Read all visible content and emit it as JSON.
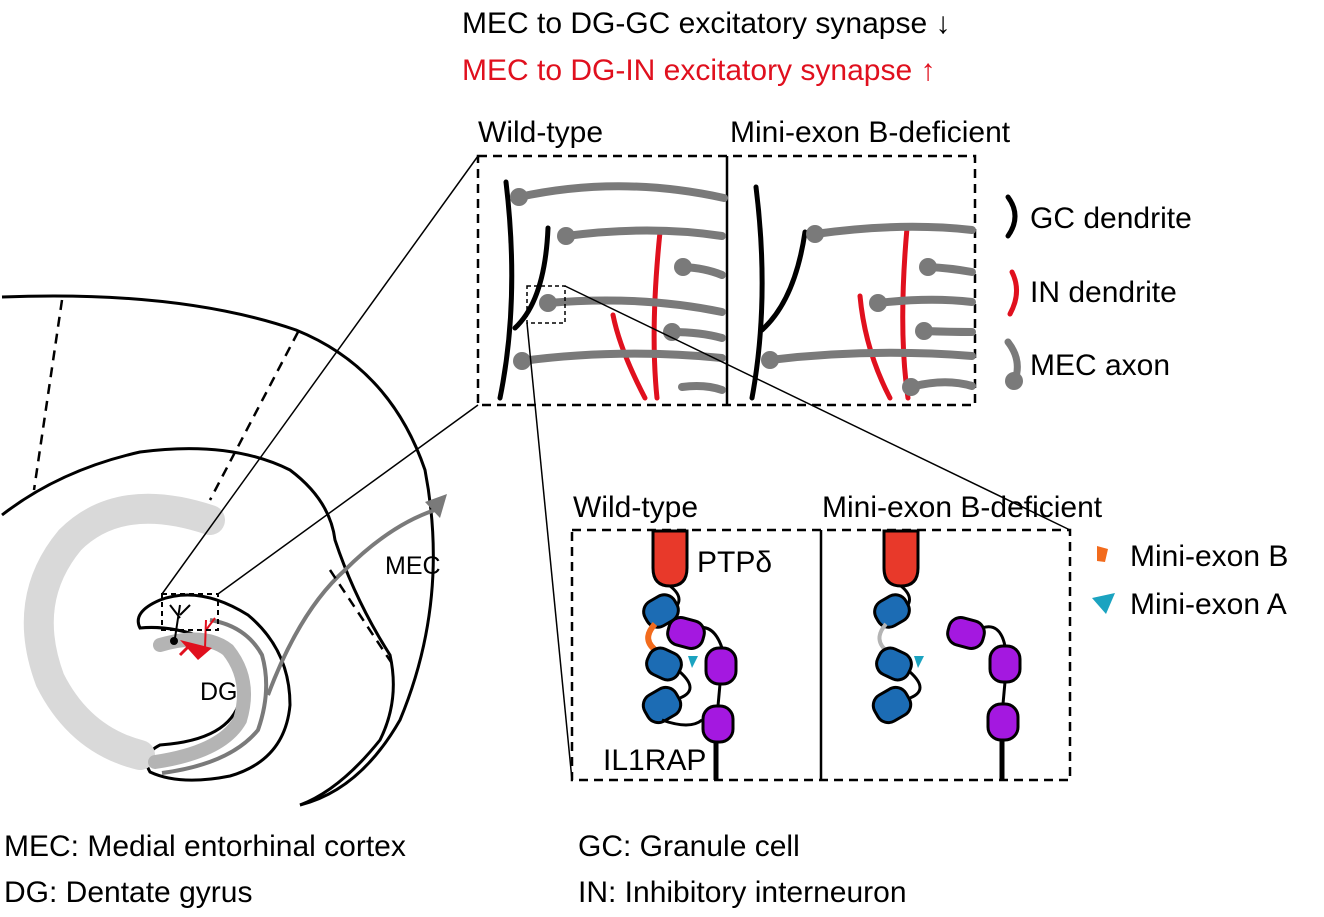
{
  "header": {
    "line1": "MEC to DG-GC excitatory synapse ↓",
    "line2": "MEC to DG-IN excitatory synapse ↑"
  },
  "synapse_panel": {
    "wild_type_title": "Wild-type",
    "deficient_title": "Mini-exon B-deficient"
  },
  "synapse_legend": {
    "gc_dendrite": "GC dendrite",
    "in_dendrite": "IN dendrite",
    "mec_axon": "MEC axon"
  },
  "molecular_panel": {
    "wild_type_title": "Wild-type",
    "deficient_title": "Mini-exon B-deficient",
    "ptp_label": "PTPδ",
    "il1rap_label": "IL1RAP"
  },
  "molecular_legend": {
    "mini_exon_b": "Mini-exon B",
    "mini_exon_a": "Mini-exon A"
  },
  "brain": {
    "mec_label": "MEC",
    "dg_label": "DG"
  },
  "abbreviations": {
    "mec": "MEC: Medial entorhinal cortex",
    "dg": "DG: Dentate gyrus",
    "gc": "GC: Granule cell",
    "in": "IN: Inhibitory interneuron"
  },
  "colors": {
    "black": "#000000",
    "red": "#e0101e",
    "gray_axon": "#7a7a7a",
    "light_gray": "#d9d9d9",
    "mid_gray": "#b4b4b4",
    "ptp_red": "#e8392a",
    "blue_domain": "#1c6cb4",
    "purple_domain": "#a418e0",
    "mini_exon_b_orange": "#f26b1d",
    "mini_exon_a_teal": "#1ba3c0"
  }
}
